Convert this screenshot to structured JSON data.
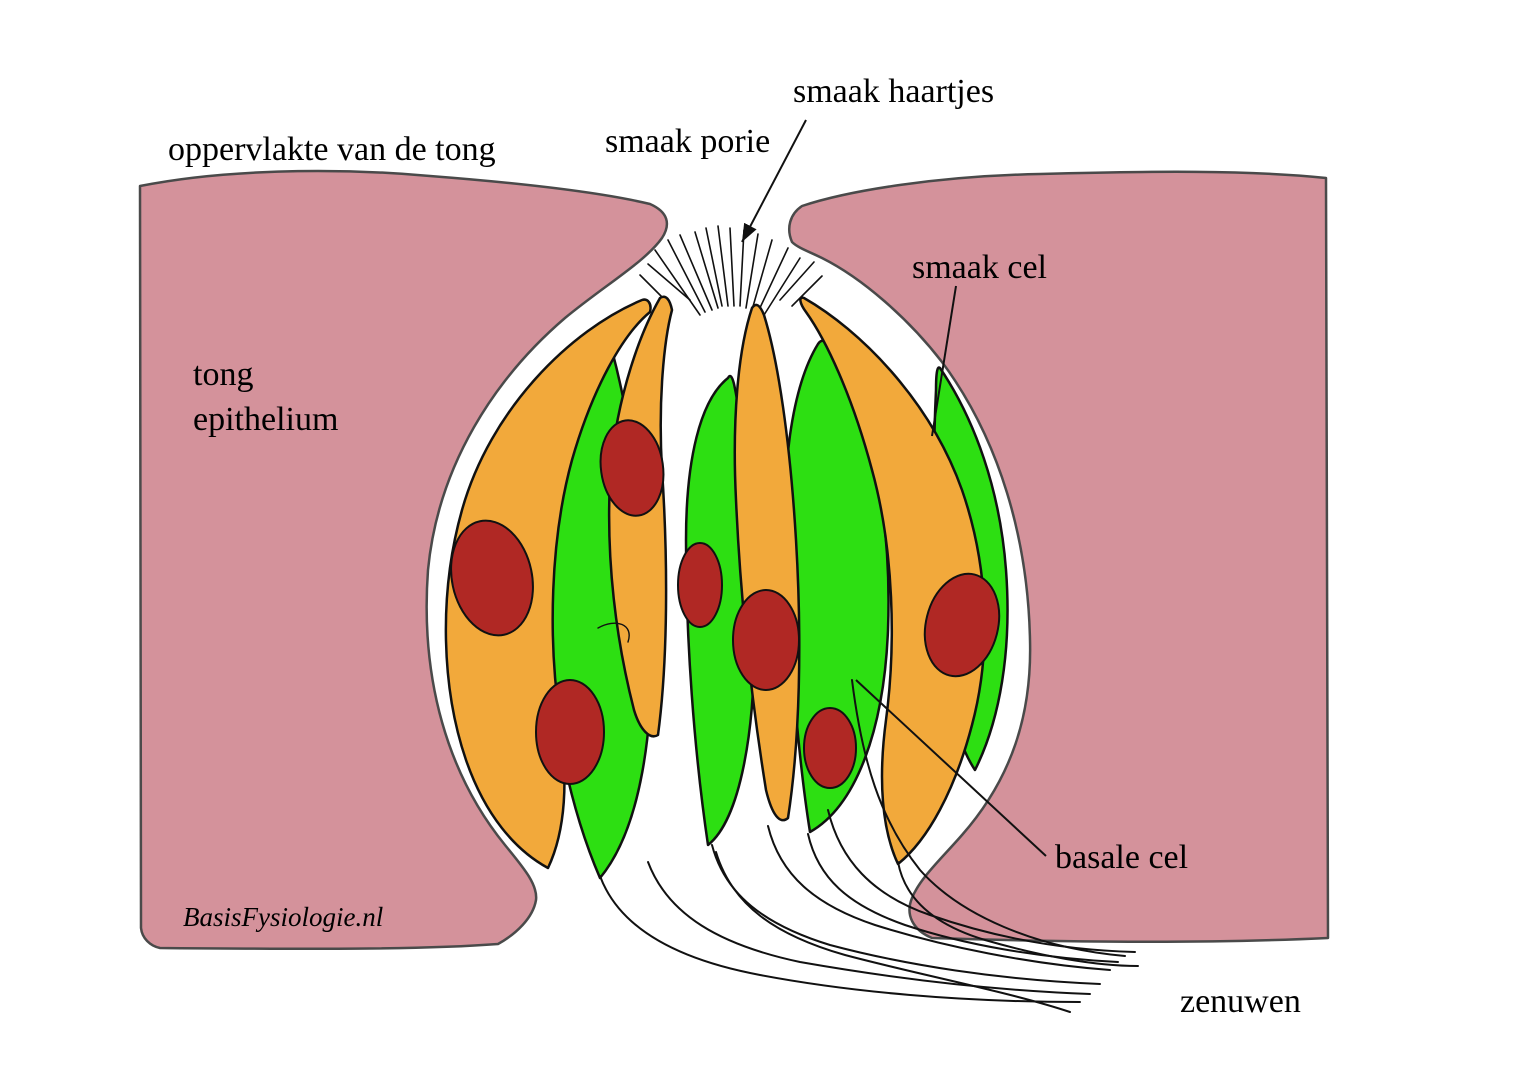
{
  "diagram": {
    "labels": {
      "tongue_surface": "oppervlakte van de tong",
      "taste_pore": "smaak porie",
      "taste_hairs": "smaak haartjes",
      "taste_cell": "smaak cel",
      "tongue_epithelium_line1": "tong",
      "tongue_epithelium_line2": "epithelium",
      "basal_cell": "basale cel",
      "nerves": "zenuwen",
      "watermark": "BasisFysiologie.nl"
    },
    "colors": {
      "epithelium": "#d4929b",
      "taste_cell": "#f2a93b",
      "basal_cell": "#2ddf12",
      "nucleus": "#b02824",
      "background": "#ffffff",
      "text": "#000000"
    }
  }
}
